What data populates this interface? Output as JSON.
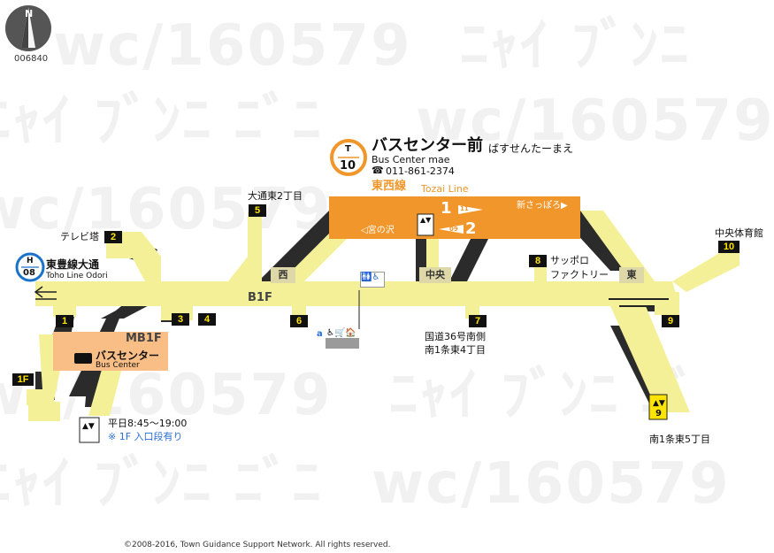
{
  "map_id": "006840",
  "compass": "N",
  "watermark": "wc/160579",
  "station": {
    "code_letter": "T",
    "code_number": "10",
    "name_ja": "バスセンター前",
    "name_kana": "ばすせんたーまえ",
    "name_en": "Bus Center mae",
    "phone_icon": "phone-icon",
    "phone": "011-861-2374"
  },
  "line": {
    "name_ja": "東西線",
    "name_en": "Tozai Line",
    "color": "#f0962a",
    "platform_1": "1",
    "platform_2": "2",
    "track_1_station": "11",
    "track_2_station": "09",
    "dir_west": "◁宮の沢",
    "dir_east": "新さっぽろ▶"
  },
  "floor_b1": "B1F",
  "floor_mb1": "MB1F",
  "ticket_gates": {
    "west": "西",
    "center": "中央",
    "east": "東"
  },
  "toho": {
    "code_letter": "H",
    "code_number": "08",
    "name_ja": "東豊線大通",
    "name_en": "Toho Line Odori"
  },
  "bus_center": {
    "name_ja": "バスセンター",
    "name_en": "Bus Center"
  },
  "exits": {
    "e1": "1",
    "e2": "2",
    "e3": "3",
    "e4": "4",
    "e5": "5",
    "e6": "6",
    "e7": "7",
    "e8": "8",
    "e9": "9",
    "e10": "10",
    "f1": "1F"
  },
  "labels": {
    "tv_tower": "テレビ塔",
    "odori_higashi2": "大通東2丁目",
    "sapporo_factory_1": "サッポロ",
    "sapporo_factory_2": "ファクトリー",
    "chuo_gym": "中央体育館",
    "route36_1": "国道36号南側",
    "route36_2": "南1条東4丁目",
    "minami1_higashi5": "南1条東5丁目",
    "elevator_hours": "平日8:45～19:00",
    "elevator_note": "※ 1F 入口段有り",
    "elevator_exit_9": "9",
    "toilet_icons": "🚻♿",
    "facility_a": "a"
  },
  "colors": {
    "corridor": "#f4f098",
    "shadow": "#2b2b2b",
    "orange": "#f0962a",
    "bus_center": "#f8be86",
    "exit_bg": "#111111",
    "exit_fg": "#ffe400",
    "link_blue": "#2b6fd1"
  },
  "copyright": "©2008-2016, Town Guidance Support Network. All rights reserved."
}
